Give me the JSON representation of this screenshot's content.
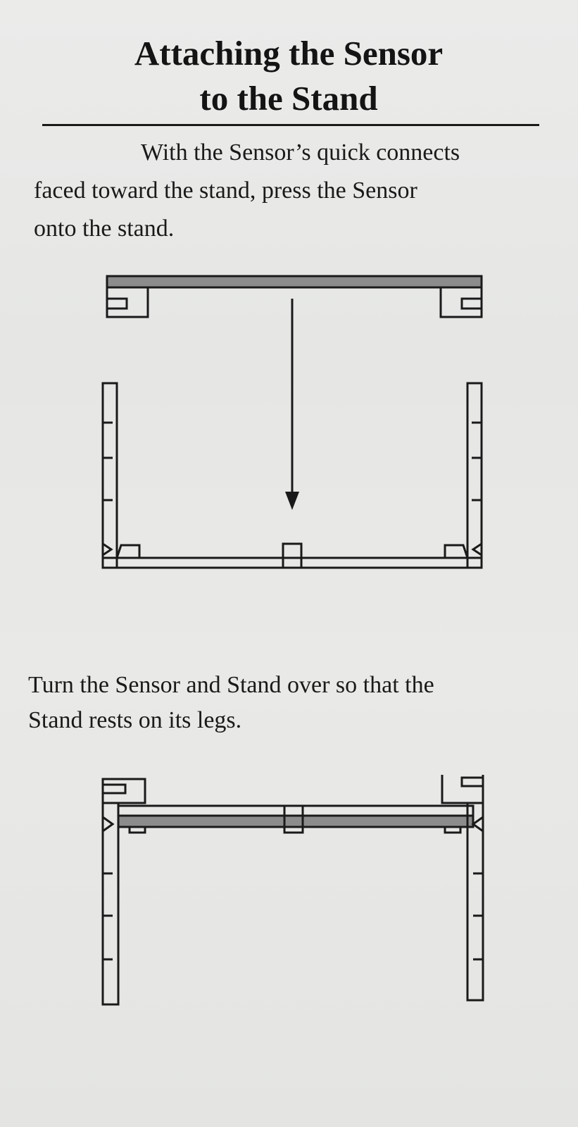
{
  "heading": {
    "line1": "Attaching the Sensor",
    "line2": "to the Stand"
  },
  "step1": {
    "line1": "With the Sensor’s quick connects",
    "line2": "faced toward the stand,  press the Sensor",
    "line3": "onto the stand."
  },
  "step2": {
    "line1": "Turn the Sensor and Stand over so that the",
    "line2": "Stand rests on its legs."
  },
  "colors": {
    "ink": "#1a1a1a",
    "sensor_fill": "#8c8c8c",
    "paper": "#e8e8e6"
  }
}
